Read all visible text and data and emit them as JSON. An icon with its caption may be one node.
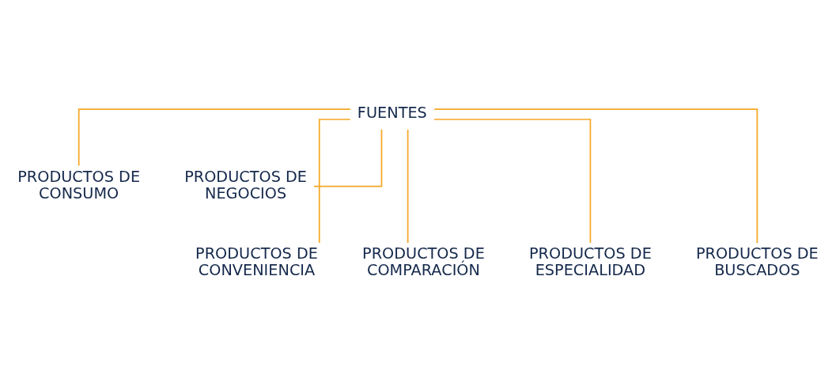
{
  "diagram": {
    "nodes": [
      {
        "text": [
          "FUENTES"
        ]
      },
      {
        "text": [
          "PRODUCTOS DE CONSUMO"
        ]
      },
      {
        "text": [
          "PRODUCTOS DE NEGOCIOS"
        ]
      },
      {
        "text": [
          "PRODUCTOS DE CONVENIENCIA"
        ]
      },
      {
        "text": [
          "PRODUCTOS DE COMPARACIÓN"
        ]
      },
      {
        "text": [
          "PRODUCTOS DE ESPECIALIDAD"
        ]
      },
      {
        "text": [
          "PRODUCTOS DE BUSCADOS"
        ]
      }
    ],
    "edges": [
      {
        "from": 0,
        "to": 1,
        "arrow": "none"
      },
      {
        "from": 0,
        "to": 2,
        "arrow": "none"
      },
      {
        "from": 0,
        "to": 3,
        "arrow": "none"
      },
      {
        "from": 0,
        "to": 4,
        "arrow": "none"
      },
      {
        "from": 0,
        "to": 5,
        "arrow": "none"
      },
      {
        "from": 0,
        "to": 6,
        "arrow": "none"
      }
    ]
  }
}
